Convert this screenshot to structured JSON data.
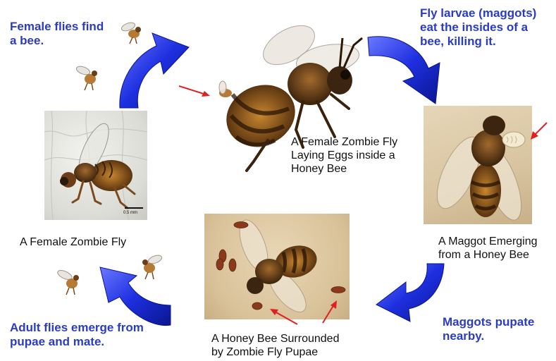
{
  "notes": {
    "find_bee": "Female flies find a bee.",
    "larvae_eat": "Fly larvae (maggots) eat the insides of a bee, killing it.",
    "pupate": "Maggots pupate nearby.",
    "emerge": "Adult flies emerge from pupae and mate."
  },
  "captions": {
    "laying_eggs": "A Female Zombie Fly Laying Eggs inside a Honey Bee",
    "maggot_emerging": "A Maggot Emerging from a Honey Bee",
    "pupae": "A Honey Bee Surrounded by Zombie Fly Pupae",
    "female_fly": "A Female Zombie Fly"
  },
  "scale_bar": "0.5 mm",
  "colors": {
    "note_text": "#2b3cc4",
    "cycle_arrow": "#1e2fe0",
    "pointer_arrow": "#e02020"
  }
}
